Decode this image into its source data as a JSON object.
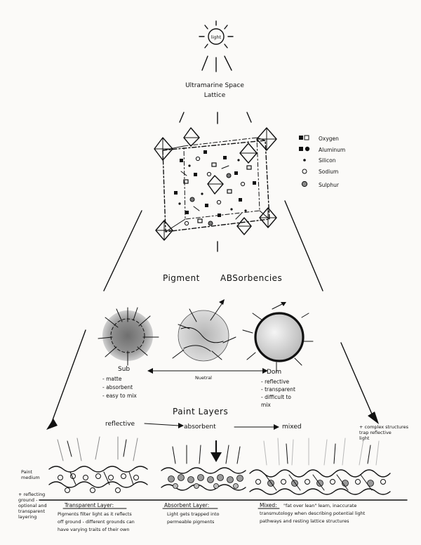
{
  "colors": {
    "ink": "#111111",
    "paper": "#fbfaf8",
    "sphere_sub": "#8e8e8e",
    "sphere_neutral": "#c9c9c9",
    "sphere_dom": "#e6e6e6"
  },
  "top": {
    "sun_label": "light",
    "title_line1": "Ultramarine  Space",
    "title_line2": "Lattice"
  },
  "legend": [
    {
      "label": "Oxygen",
      "marker": "square-filled"
    },
    {
      "label": "Aluminum",
      "marker": "square-open-filled"
    },
    {
      "label": "Silicon",
      "marker": "dot-small"
    },
    {
      "label": "Sodium",
      "marker": "circle-open"
    },
    {
      "label": "Sulphur",
      "marker": "circle-hatched"
    }
  ],
  "absorbency": {
    "title_left": "Pigment",
    "title_right": "ABSorbencies",
    "spectrum_label": "Nuetral",
    "sub": {
      "label": "Sub",
      "bullets": [
        "- matte",
        "- absorbent",
        "- easy to mix"
      ]
    },
    "dom": {
      "label": "Dom",
      "bullets": [
        "- reflective",
        "- transparent",
        "- difficult to",
        "mix"
      ]
    }
  },
  "paint_layers": {
    "title": "Paint Layers",
    "flow_labels": [
      "reflective",
      "absorbent",
      "mixed"
    ],
    "right_note": [
      "+ complex structures",
      "trap reflective",
      "light"
    ],
    "left_note_1": [
      "Paint",
      "medium"
    ],
    "left_note_2": [
      "+ reflecting",
      "ground -",
      "optional and",
      "transparent",
      "layering"
    ]
  },
  "captions": {
    "transparent_title": "Transparent Layer:",
    "transparent_text": [
      "Pigments filter light as it reflects",
      "off ground - different grounds can",
      "have varying traits of their own"
    ],
    "absorbent_title": "Absorbent Layer:",
    "absorbent_text": [
      "Light gets trapped into",
      "permeable pigments"
    ],
    "mixed_title": "Mixed:",
    "mixed_text": [
      "\"fat over lean\"  learn, inaccurate",
      "transmutology when describing potential light",
      "pathways and resting lattice structures"
    ]
  }
}
